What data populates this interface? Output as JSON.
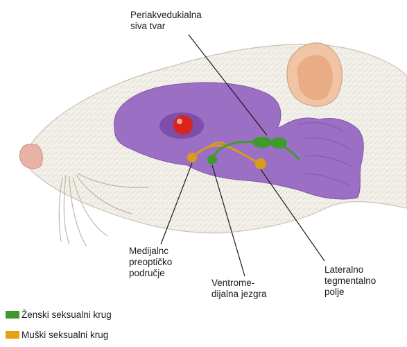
{
  "labels": {
    "periaqueductal": "Periakvedukialna\nsiva tvar",
    "preoptic": "Medijalnc\npreoptičko\npodručje",
    "ventromedial": "Ventrome-\ndijalna jezgra",
    "lateral_tegmental": "Lateralno\ntegmentalno\npolje"
  },
  "legend": [
    {
      "label": "Ženski seksualni krug",
      "color": "#3f9a2e"
    },
    {
      "label": "Muški seksualni krug",
      "color": "#e4a30f"
    }
  ],
  "colors": {
    "brain": "#9b6fc4",
    "fur": "#f2efe9",
    "ear": "#e9b08e",
    "eye": "#d9231d",
    "female_circuit": "#3f9a2e",
    "male_circuit": "#d89b1c"
  },
  "icons": [
    "rat-head-illustration",
    "brain-region",
    "eye",
    "ear",
    "whiskers"
  ]
}
